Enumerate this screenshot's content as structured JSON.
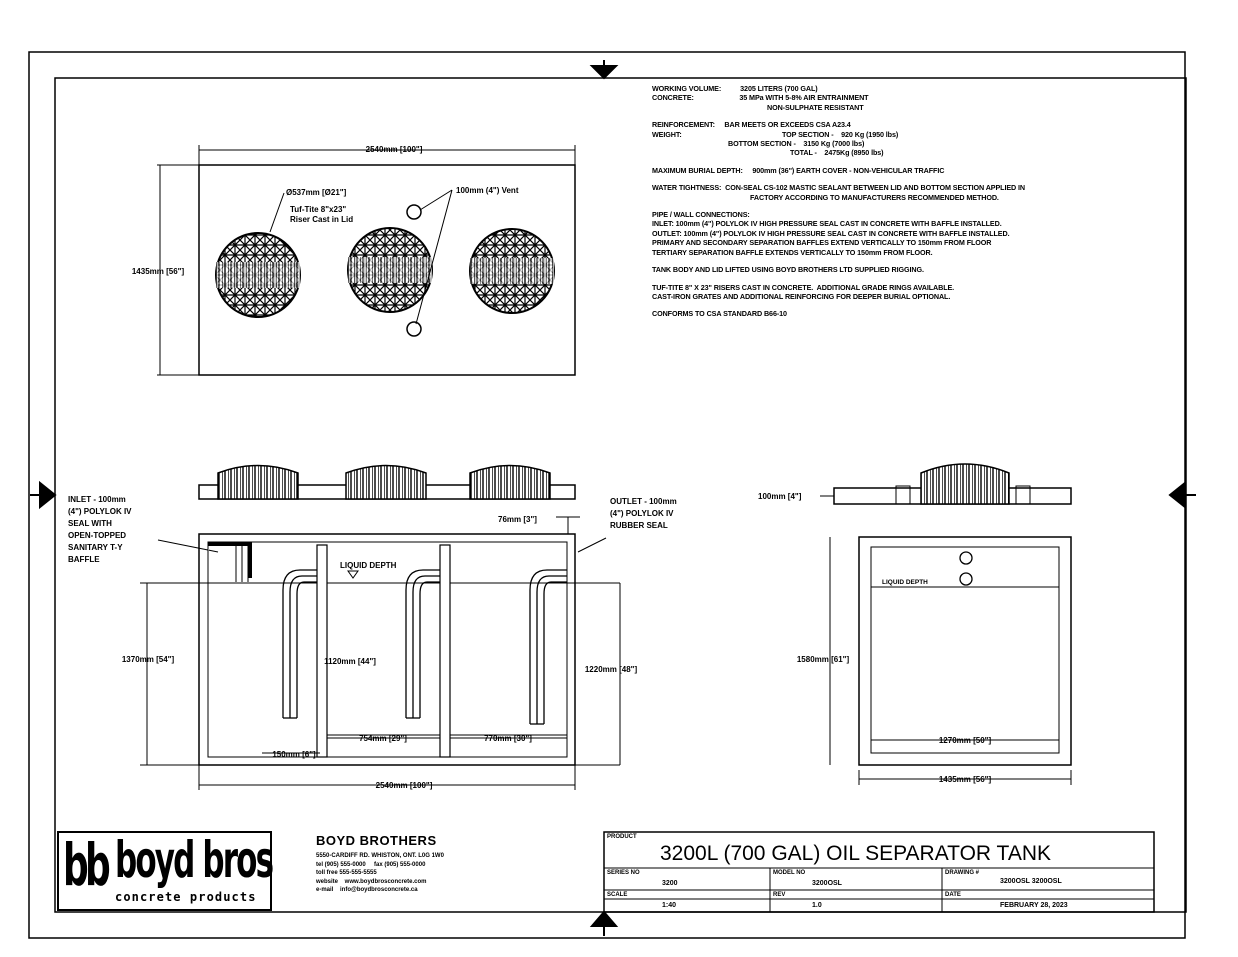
{
  "notes": {
    "working_volume_label": "WORKING VOLUME:",
    "working_volume_value": "3205 LITERS (700 GAL)",
    "concrete_label": "CONCRETE:",
    "concrete_value_1": "35 MPa WITH 5-8% AIR ENTRAINMENT",
    "concrete_value_2": "NON-SULPHATE RESISTANT",
    "reinforcement_label": "REINFORCEMENT:",
    "reinforcement_value": "BAR MEETS OR EXCEEDS CSA A23.4",
    "weight_label": "WEIGHT:",
    "weight_top": "TOP SECTION -    920 Kg (1950 lbs)",
    "weight_bottom": "BOTTOM SECTION -    3150 Kg (7000 lbs)",
    "weight_total": "TOTAL -    2475Kg (8950 lbs)",
    "burial_label": "MAXIMUM BURIAL DEPTH:",
    "burial_value": "900mm (36\") EARTH COVER - NON-VEHICULAR TRAFFIC",
    "water_label": "WATER TIGHTNESS:",
    "water_value_1": "CON-SEAL CS-102 MASTIC SEALANT BETWEEN LID AND BOTTOM SECTION APPLIED IN",
    "water_value_2": "FACTORY ACCORDING TO MANUFACTURERS RECOMMENDED METHOD.",
    "pipe_heading": "PIPE / WALL CONNECTIONS:",
    "pipe_1": "INLET: 100mm (4\") POLYLOK IV HIGH PRESSURE SEAL CAST IN CONCRETE WITH BAFFLE INSTALLED.",
    "pipe_2": "OUTLET: 100mm (4\") POLYLOK IV HIGH PRESSURE SEAL CAST IN CONCRETE WITH BAFFLE INSTALLED.",
    "pipe_3": "PRIMARY AND SECONDARY SEPARATION BAFFLES EXTEND VERTICALLY TO 150mm FROM FLOOR",
    "pipe_4": "TERTIARY SEPARATION BAFFLE EXTENDS VERTICALLY TO 150mm FROM FLOOR.",
    "lift_note": "TANK BODY AND LID LIFTED USING BOYD BROTHERS LTD SUPPLIED RIGGING.",
    "riser_1": "TUF-TITE 8\" X 23\" RISERS CAST IN CONCRETE.  ADDITIONAL GRADE RINGS AVAILABLE.",
    "riser_2": "CAST-IRON GRATES AND ADDITIONAL REINFORCING FOR DEEPER BURIAL OPTIONAL.",
    "conforms": "CONFORMS TO CSA STANDARD B66-10"
  },
  "plan_view": {
    "width_dim": "2540mm [100\"]",
    "height_dim": "1435mm [56\"]",
    "riser_callout_1": "Ø537mm [Ø21\"]",
    "riser_callout_2": "Tuf-Tite 8\"x23\"",
    "riser_callout_3": "Riser Cast in Lid",
    "vent_callout": "100mm (4\") Vent"
  },
  "section_view": {
    "inlet_note": [
      "INLET - 100mm",
      "(4\") POLYLOK IV",
      "SEAL WITH",
      "OPEN-TOPPED",
      "SANITARY T-Y",
      "BAFFLE"
    ],
    "outlet_note": [
      "OUTLET - 100mm",
      "(4\") POLYLOK IV",
      "RUBBER SEAL"
    ],
    "top_dim": "76mm [3\"]",
    "liquid_depth": "LIQUID DEPTH",
    "left_height": "1370mm [54\"]",
    "mid_height": "1120mm [44\"]",
    "right_height": "1220mm [48\"]",
    "bottom_gap": "150mm [6\"]",
    "chamber_2": "754mm [29\"]",
    "chamber_3": "770mm [30\"]",
    "overall_length": "2540mm [100\"]"
  },
  "end_view": {
    "pipe_dim": "100mm [4\"]",
    "liquid_depth": "LIQUID DEPTH",
    "height": "1580mm [61\"]",
    "inner_width": "1270mm [50\"]",
    "outer_width": "1435mm [56\"]"
  },
  "company": {
    "logo_bb": "bb",
    "logo_word": "boyd bros",
    "logo_sub": "concrete products",
    "name": "BOYD BROTHERS",
    "address": "5550-CARDIFF RD. WHISTON, ONT. L0G 1W0",
    "phone": "tel (905) 555-0000     fax (905) 555-0000",
    "tollfree": "toll free 555-555-5555",
    "website": "website    www.boydbrosconcrete.com",
    "email": "e-mail    info@boydbrosconcrete.ca"
  },
  "title_block": {
    "product_label": "PRODUCT",
    "product_title": "3200L (700 GAL) OIL SEPARATOR TANK",
    "series_label": "SERIES NO",
    "series_value": "3200",
    "model_label": "MODEL NO",
    "model_value": "3200OSL",
    "drawing_label": "DRAWING #",
    "drawing_value": "3200OSL 3200OSL",
    "scale_label": "SCALE",
    "scale_value": "1:40",
    "rev_label": "REV",
    "rev_value": "1.0",
    "date_label": "DATE",
    "date_value": "FEBRUARY 28, 2023"
  }
}
